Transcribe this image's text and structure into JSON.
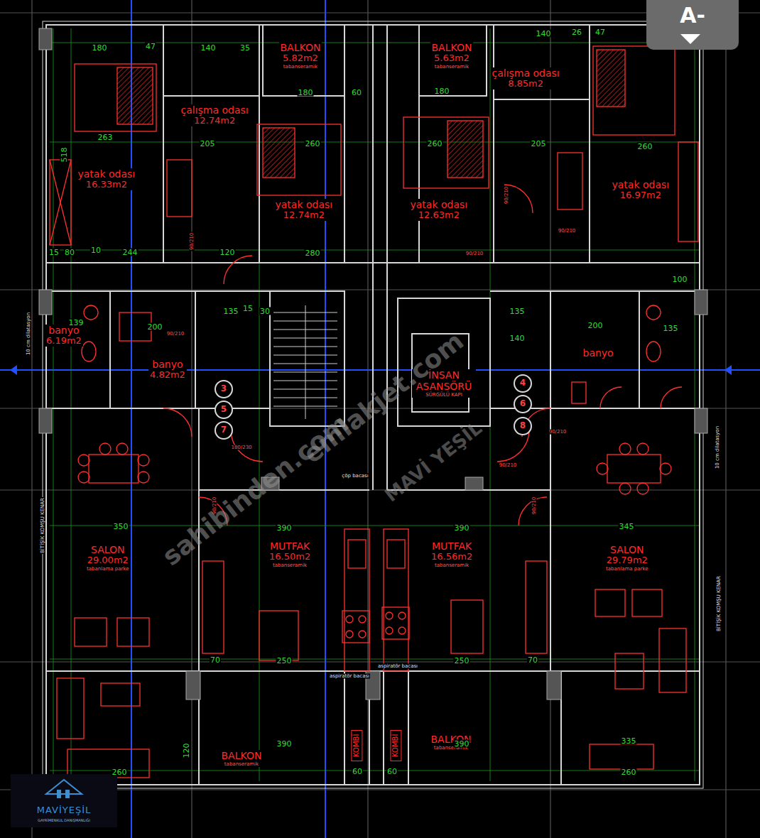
{
  "diagram": {
    "nodes": [
      {
        "text": [
          "BALKON",
          "5.82m2",
          "tabanseramik"
        ]
      },
      {
        "text": [
          "BALKON",
          "5.63m2",
          "tabanseramik"
        ]
      },
      {
        "text": [
          "çalışma odası",
          "8.85m2"
        ]
      },
      {
        "text": [
          "çalışma odası",
          "12.74m2"
        ]
      },
      {
        "text": [
          "yatak odası",
          "16.33m2"
        ]
      },
      {
        "text": [
          "yatak odası",
          "12.74m2"
        ]
      },
      {
        "text": [
          "yatak odası",
          "12.63m2"
        ]
      },
      {
        "text": [
          "yatak odası",
          "16.97m2"
        ]
      },
      {
        "text": [
          "banyo",
          "6.19m2"
        ]
      },
      {
        "text": [
          "banyo",
          "4.82m2"
        ]
      },
      {
        "text": [
          "banyo"
        ]
      },
      {
        "text": [
          "İNSAN ASANSÖRÜ",
          "SÜRGÜLÜ KAPI"
        ]
      },
      {
        "text": [
          "3"
        ]
      },
      {
        "text": [
          "5"
        ]
      },
      {
        "text": [
          "7"
        ]
      },
      {
        "text": [
          "4"
        ]
      },
      {
        "text": [
          "6"
        ]
      },
      {
        "text": [
          "8"
        ]
      },
      {
        "text": [
          "SALON",
          "29.00m2",
          "tabanlama parke"
        ]
      },
      {
        "text": [
          "MUTFAK",
          "16.50m2",
          "tabanseramik"
        ]
      },
      {
        "text": [
          "MUTFAK",
          "16.56m2",
          "tabanseramik"
        ]
      },
      {
        "text": [
          "SALON",
          "29.79m2",
          "tabanlama parke"
        ]
      },
      {
        "text": [
          "BALKON",
          "tabanseramik"
        ]
      },
      {
        "text": [
          "BALKON",
          "tabanseramik"
        ]
      },
      {
        "text": [
          "KOMBİ"
        ]
      },
      {
        "text": [
          "KOMBİ"
        ]
      }
    ],
    "labels": [
      "A-",
      "180",
      "47",
      "140",
      "35",
      "180",
      "60",
      "180",
      "140",
      "26",
      "47",
      "263",
      "518",
      "205",
      "260",
      "260",
      "205",
      "260",
      "90/210",
      "90/210",
      "90/210",
      "90/210",
      "15",
      "80",
      "10",
      "244",
      "120",
      "280",
      "100",
      "139",
      "200",
      "135",
      "15",
      "30",
      "135",
      "140",
      "200",
      "135",
      "10 cm dilatasyon",
      "90/210",
      "180/230",
      "90/210",
      "90/210",
      "90/210",
      "90/210",
      "çöp bacası",
      "10 cm dilatasyon",
      "BİTİŞİK KOMŞU KENAR",
      "BİTİŞİK KOMŞU KENAR",
      "350",
      "390",
      "390",
      "345",
      "70",
      "250",
      "250",
      "70",
      "aspiratör bacası",
      "aspiratör bacası",
      "390",
      "390",
      "335",
      "120",
      "260",
      "260",
      "60",
      "60",
      "sahibinden.com",
      "emlakjet.com",
      "MAVİ YEŞİL",
      "MAVİYEŞİL",
      "GAYRİMENKUL DANIŞMANLIĞI"
    ]
  }
}
